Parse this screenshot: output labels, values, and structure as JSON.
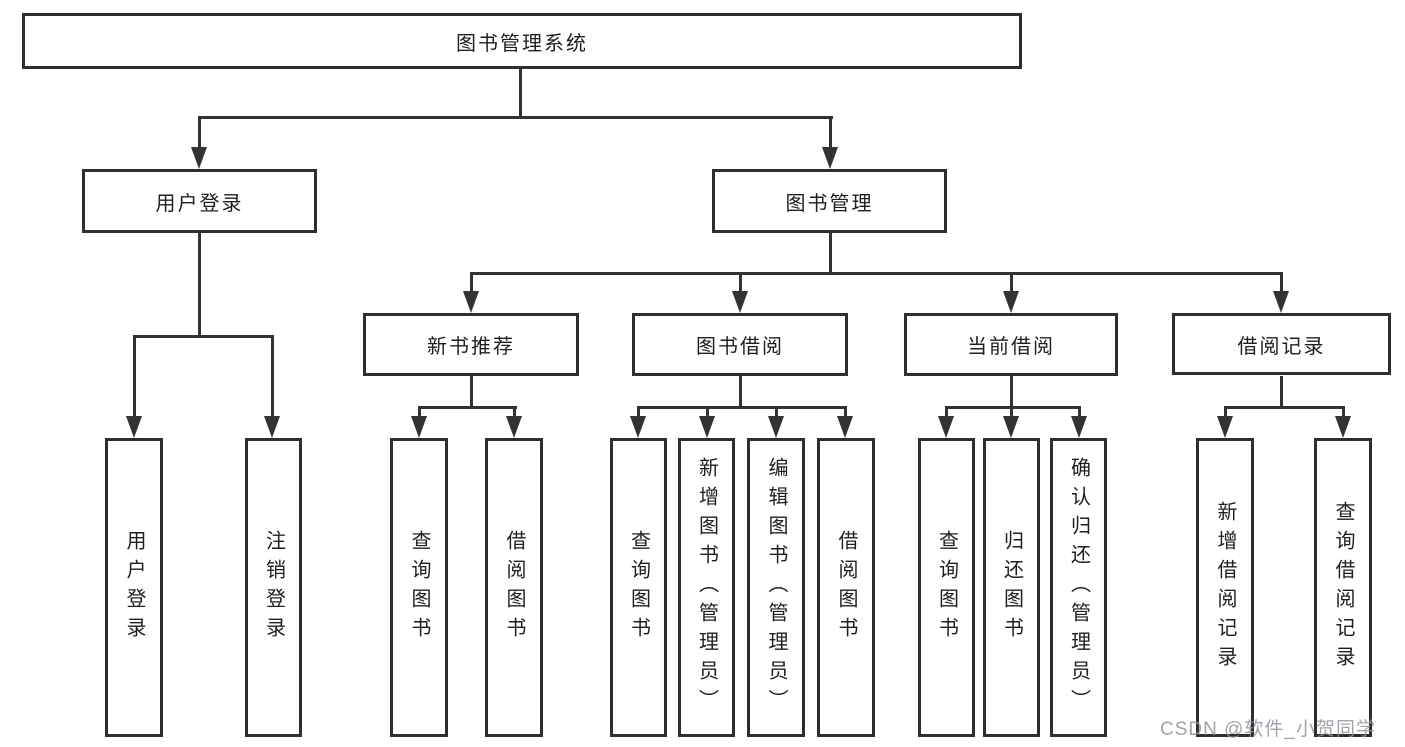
{
  "diagram": {
    "root": {
      "label": "图书管理系统"
    },
    "level2": [
      {
        "label": "用户登录"
      },
      {
        "label": "图书管理"
      }
    ],
    "level3": [
      {
        "label": "新书推荐"
      },
      {
        "label": "图书借阅"
      },
      {
        "label": "当前借阅"
      },
      {
        "label": "借阅记录"
      }
    ],
    "leaves": [
      {
        "label": "用户登录"
      },
      {
        "label": "注销登录"
      },
      {
        "label": "查询图书"
      },
      {
        "label": "借阅图书"
      },
      {
        "label": "查询图书"
      },
      {
        "label": "新增图书（管理员）"
      },
      {
        "label": "编辑图书（管理员）"
      },
      {
        "label": "借阅图书"
      },
      {
        "label": "查询图书"
      },
      {
        "label": "归还图书"
      },
      {
        "label": "确认归还（管理员）"
      },
      {
        "label": "新增借阅记录"
      },
      {
        "label": "查询借阅记录"
      }
    ]
  },
  "watermark": {
    "text": "CSDN @软件_小贺同学"
  },
  "colors": {
    "line": "#333333",
    "border": "#2e2e2e",
    "text": "#1f1f1f",
    "watermark": "#8f969c",
    "background": "#ffffff"
  }
}
